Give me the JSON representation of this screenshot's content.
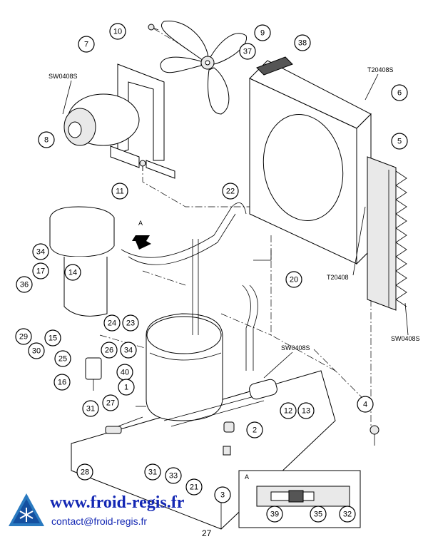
{
  "callouts": [
    {
      "id": "c10",
      "label": "10"
    },
    {
      "id": "c9",
      "label": "9"
    },
    {
      "id": "c7",
      "label": "7"
    },
    {
      "id": "c37",
      "label": "37"
    },
    {
      "id": "c38",
      "label": "38"
    },
    {
      "id": "c6",
      "label": "6"
    },
    {
      "id": "c8",
      "label": "8"
    },
    {
      "id": "c5",
      "label": "5"
    },
    {
      "id": "c11",
      "label": "11"
    },
    {
      "id": "c22",
      "label": "22"
    },
    {
      "id": "c34a",
      "label": "34"
    },
    {
      "id": "c17",
      "label": "17"
    },
    {
      "id": "c14",
      "label": "14"
    },
    {
      "id": "c36",
      "label": "36"
    },
    {
      "id": "c20",
      "label": "20"
    },
    {
      "id": "c24",
      "label": "24"
    },
    {
      "id": "c23",
      "label": "23"
    },
    {
      "id": "c29",
      "label": "29"
    },
    {
      "id": "c30",
      "label": "30"
    },
    {
      "id": "c15",
      "label": "15"
    },
    {
      "id": "c25",
      "label": "25"
    },
    {
      "id": "c26",
      "label": "26"
    },
    {
      "id": "c34b",
      "label": "34"
    },
    {
      "id": "c40",
      "label": "40"
    },
    {
      "id": "c16",
      "label": "16"
    },
    {
      "id": "c1",
      "label": "1"
    },
    {
      "id": "c27",
      "label": "27"
    },
    {
      "id": "c12",
      "label": "12"
    },
    {
      "id": "c13",
      "label": "13"
    },
    {
      "id": "c4",
      "label": "4"
    },
    {
      "id": "c31a",
      "label": "31"
    },
    {
      "id": "c2",
      "label": "2"
    },
    {
      "id": "c28",
      "label": "28"
    },
    {
      "id": "c31b",
      "label": "31"
    },
    {
      "id": "c33",
      "label": "33"
    },
    {
      "id": "c21",
      "label": "21"
    },
    {
      "id": "c3",
      "label": "3"
    },
    {
      "id": "c39",
      "label": "39"
    },
    {
      "id": "c35",
      "label": "35"
    },
    {
      "id": "c32",
      "label": "32"
    }
  ],
  "codes": {
    "sw_top_left": "SW0408S",
    "t_top_right": "T20408S",
    "t_mid": "T20408",
    "sw_right": "SW0408S",
    "sw_mid": "SW0408S"
  },
  "view_label_main": "A",
  "detail_label": "A",
  "brand": {
    "url": "www.froid-regis.fr",
    "email": "contact@froid-regis.fr"
  },
  "page_number": "27",
  "colors": {
    "brand_blue": "#1428b4"
  }
}
